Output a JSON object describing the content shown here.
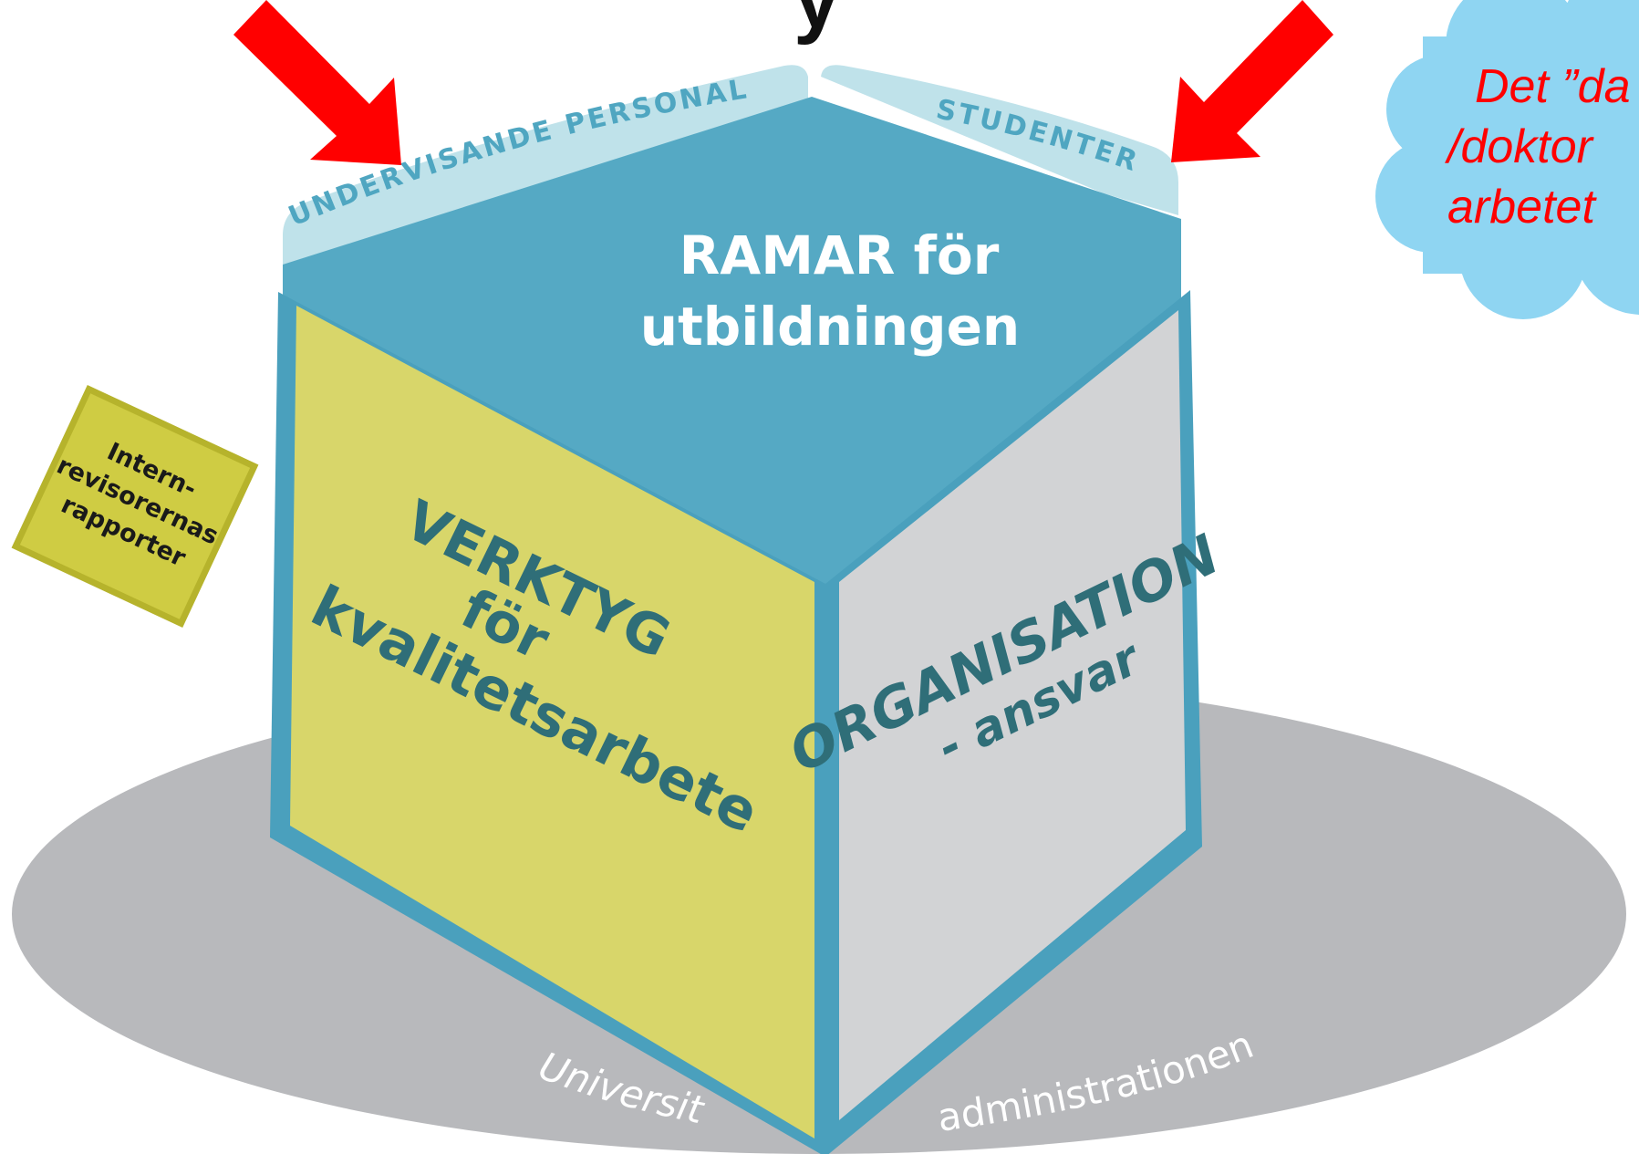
{
  "header_fragment": "y",
  "cube": {
    "top_face": {
      "line1": "RAMAR för",
      "line2": "utbildningen"
    },
    "left_face": {
      "line1": "VERKTYG",
      "line2": "för",
      "line3": "kvalitetsarbete"
    },
    "right_face": {
      "line1": "ORGANISATION",
      "line2": "- ansvar"
    },
    "tab_left": "UNDERVISANDE PERSONAL",
    "tab_right": "STUDENTER"
  },
  "base": {
    "left_label": "Universitets-",
    "right_label": "administrationen"
  },
  "note": {
    "line1": "Intern-",
    "line2": "revisorernas",
    "line3": "rapporter"
  },
  "cloud": {
    "line1": "Det ”da",
    "line2": "/doktor",
    "line3": "arbetet"
  },
  "colors": {
    "top": "#55a9c4",
    "left": "#d8d66a",
    "right": "#d2d3d5",
    "edge": "#4aa0bd",
    "base": "#b8b9bc",
    "tab": "#bfe2ea",
    "tab_text": "#4fa6c1",
    "arrow": "#ff0000",
    "cloud": "#8fd5f2",
    "cloud_text": "#ff0000",
    "note_fill": "#cfcc43",
    "note_border": "#b6b32c",
    "face_text": "#2f6e78",
    "top_text": "#ffffff"
  },
  "icons": [
    "arrow-left-icon",
    "arrow-right-icon"
  ]
}
